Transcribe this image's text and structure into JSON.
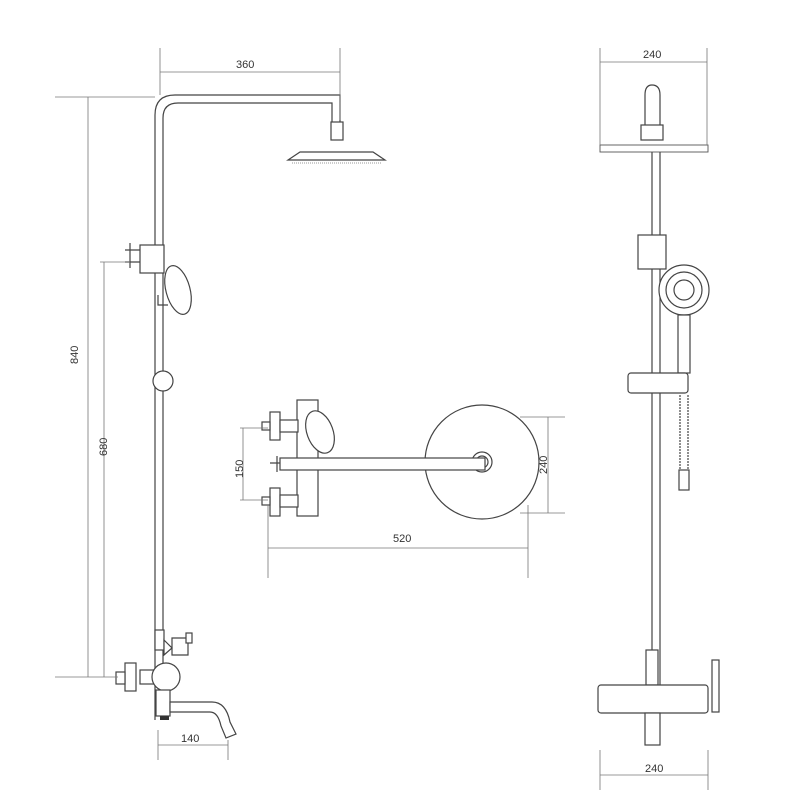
{
  "title": "Shower system dimension drawing",
  "views": {
    "side": {
      "width_top": "360",
      "height_total": "840",
      "height_slider": "680",
      "spout_length": "140"
    },
    "top": {
      "inlet_spacing": "150",
      "head_diameter": "240",
      "arm_length": "520"
    },
    "front": {
      "head_width": "240",
      "valve_width": "240"
    }
  },
  "colors": {
    "line": "#444444",
    "background": "#ffffff"
  }
}
